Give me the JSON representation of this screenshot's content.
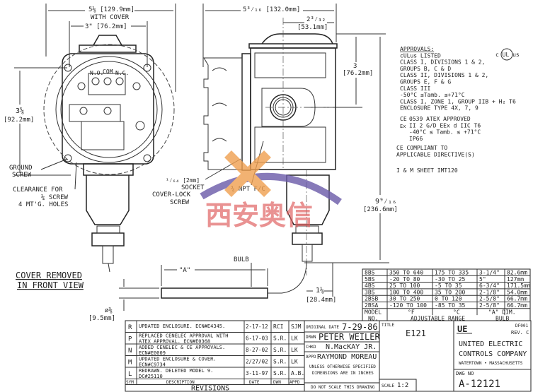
{
  "front_view": {
    "width_dim": "5⅛ [129.9mm]",
    "width_note": "WITH COVER",
    "hole_spacing_dim": "3\" [76.2mm]",
    "height_dim_frac": "3⅝",
    "height_dim_mm": "[92.2mm]",
    "terminals": [
      "N.O.",
      "COM",
      "N.C."
    ],
    "ground_screw": [
      "GROUND",
      "SCREW"
    ],
    "clearance": [
      "CLEARANCE FOR",
      "¼ SCREW",
      "4 MT'G. HOLES"
    ],
    "caption": [
      "COVER REMOVED",
      "IN FRONT VIEW"
    ]
  },
  "side_view": {
    "width_dim": "5³⁄₁₆ [132.0mm]",
    "offset_dim_frac": "2³⁄₃₂",
    "offset_dim_mm": "[53.1mm]",
    "conduit_height_frac": "3",
    "conduit_height_mm": "[76.2mm]",
    "total_height_frac": "9⁹⁄₁₆",
    "total_height_mm": "[236.6mm]",
    "socket_screw": [
      "¹⁄₆₄ [2mm]",
      "SOCKET",
      "COVER-LOCK",
      "SCREW"
    ],
    "conduit": "¾ NPT F/C",
    "bulb_label": "BULB",
    "a_dim": "\"A\"",
    "bulb_offset_frac": "1⅛",
    "bulb_offset_mm": "[28.4mm]",
    "bulb_dia_frac": "ø⅜",
    "bulb_dia_mm": "[9.5mm]"
  },
  "approvals": {
    "lines": [
      "APPROVALS:",
      "cULus LISTED",
      "CLASS I, DIVISIONS 1 & 2,",
      " GROUPS B, C & D",
      "CLASS II, DIVISIONS 1 & 2,",
      " GROUPS E, F & G",
      "CLASS III",
      "-50°C ≤Tamb. ≤+71°C",
      "CLASS I, ZONE 1, GROUP IIB + H₂ T6",
      "ENCLOSURE TYPE 4X, 7, 9"
    ],
    "ul_mark": "c UL us",
    "atex_lines": [
      "0539 ATEX APPROVED",
      "II 2 G/D EEx d IIC T6",
      "-40°C ≤ Tamb. ≤ +71°C",
      "IP66"
    ],
    "ce_mark": "CE",
    "ex_mark": "Ex",
    "ce_lines": [
      "CE COMPLIANT TO",
      "APPLICABLE DIRECTIVE(S)"
    ],
    "im_sheet": "I & M SHEET IMT120"
  },
  "range_table": {
    "rows": [
      [
        "8BS",
        "350 TO 640",
        "175 TO 335",
        "3-1/4\"",
        "82.6mm"
      ],
      [
        "5BS",
        "-20 TO 80",
        "-30 TO 25",
        "5\"",
        "127mm"
      ],
      [
        "4BS",
        "25 TO 100",
        "-5 TO 35",
        "6-3/4\"",
        "171.5mm"
      ],
      [
        "3BS",
        "100 TO 400",
        "35 TO 200",
        "2-1/8\"",
        "54.0mm"
      ],
      [
        "2BSB",
        "30 TO 250",
        "0 TO 120",
        "2-5/8\"",
        "66.7mm"
      ],
      [
        "2BSA",
        "-120 TO 100",
        "-85 TO 35",
        "2-5/8\"",
        "66.7mm"
      ]
    ],
    "header1": [
      "MODEL",
      "°F",
      "°C",
      "\"A\" DIM."
    ],
    "header2": [
      "NO.",
      "ADJUSTABLE RANGE",
      "BULB"
    ]
  },
  "revisions": {
    "rows": [
      {
        "sym": "R",
        "desc": [
          "UPDATED ENCLOSURE.  ECN#E4345."
        ],
        "date": "2-17-12",
        "dwn": "RCI",
        "appd": "SJM"
      },
      {
        "sym": "P",
        "desc": [
          "REPLACED CENELEC APPROVAL WITH",
          "ATEX APPROVAL.  ECN#E0368"
        ],
        "date": "6-17-03",
        "dwn": "S.R.",
        "appd": "LK"
      },
      {
        "sym": "N",
        "desc": [
          "ADDED CENELEC & CE APPROVALS.",
          "ECN#E0009"
        ],
        "date": "8-27-02",
        "dwn": "S.R.",
        "appd": "LK"
      },
      {
        "sym": "M",
        "desc": [
          "UPDATED ENCLOSURE & COVER.",
          "ECN#C9734"
        ],
        "date": "2/27/02",
        "dwn": "S.R.",
        "appd": "LK"
      },
      {
        "sym": "L",
        "desc": [
          "REDRAWN. DELETED MODEL 9.",
          "DC#25110"
        ],
        "date": "3-11-97",
        "dwn": "S.R.",
        "appd": "A.B."
      }
    ],
    "headers": [
      "SYM",
      "DESCRIPTION",
      "DATE",
      "DWN",
      "APPD"
    ],
    "title": "REVISIONS"
  },
  "title_block": {
    "original_date_label": "ORIGINAL DATE",
    "original_date": "7-29-86",
    "drwn_label": "DRWN",
    "drwn": "PETER WEILER",
    "chkd_label": "CHKD",
    "chkd": "N.MacKAY JR.",
    "appd_label": "APPD",
    "appd": "RAYMOND MOREAU",
    "note": [
      "UNLESS OTHERWISE SPECIFIED",
      "DIMENSIONS ARE IN INCHES"
    ],
    "no_scale": "DO NOT SCALE THIS DRAWING",
    "title_label": "TITLE",
    "title": "E121",
    "scale_label": "SCALE",
    "scale": "1:2",
    "logo": "UE",
    "form": "DF001",
    "rev": "REV. C",
    "company": [
      "UNITED ELECTRIC",
      "CONTROLS COMPANY"
    ],
    "location": "WATERTOWN • MASSACHUSETTS",
    "dwg_label": "DWG NO",
    "dwg_no": "A-12121"
  },
  "watermark": {
    "text": "西安奥信",
    "colors": {
      "red": "#e06060",
      "purple": "#6a5aa8",
      "orange": "#f0a050"
    }
  }
}
